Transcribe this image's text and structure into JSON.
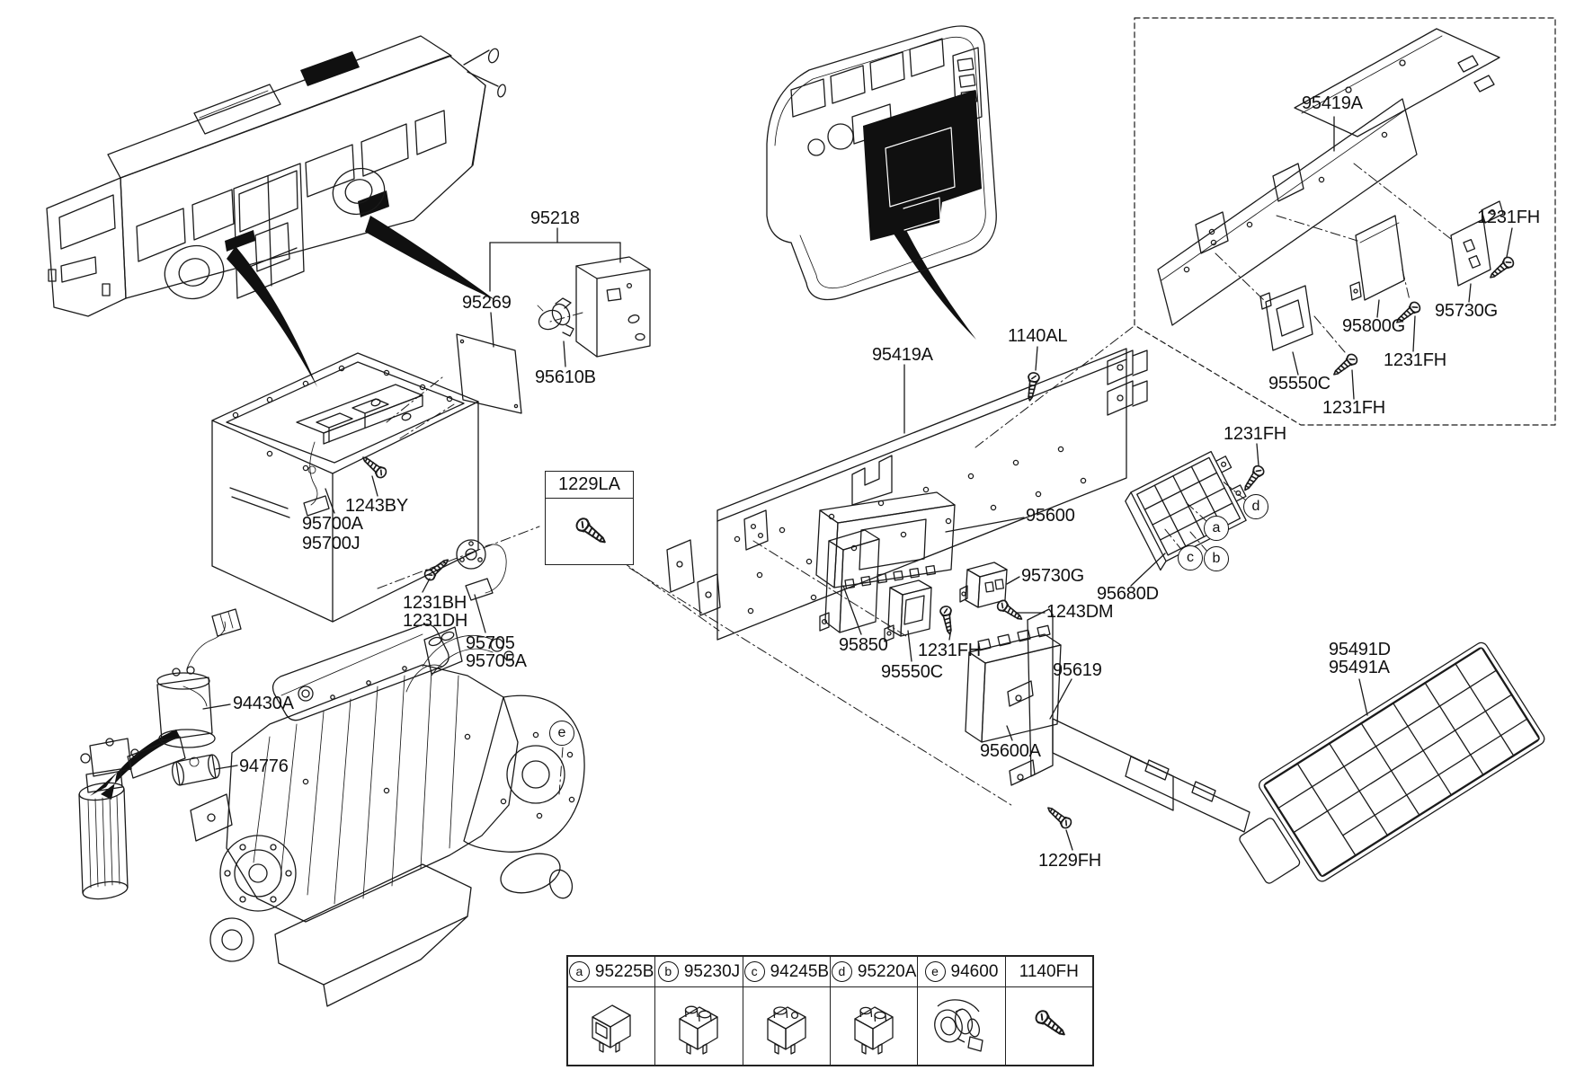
{
  "colors": {
    "ink": "#1a1a1a",
    "paper": "#ffffff"
  },
  "labels": [
    "95218",
    "95269",
    "95610B",
    "1243BY",
    "95700A",
    "95700J",
    "1231BH",
    "1231DH",
    "95705",
    "95705A",
    "94430A",
    "94776",
    "95419A",
    "1140AL",
    "95600",
    "95730G",
    "1243DM",
    "95850",
    "1231FH",
    "95550C",
    "95619",
    "95600A",
    "95680D",
    "1231FH",
    "1229FH",
    "95419A",
    "1231FH",
    "95730G",
    "95800G",
    "1231FH",
    "95550C",
    "1231FH",
    "95491D",
    "95491A"
  ],
  "diagram_markers": [
    "a",
    "b",
    "c",
    "d",
    "e"
  ],
  "inset_box": {
    "code": "1229LA"
  },
  "legend": {
    "items": [
      {
        "marker": "a",
        "code": "95225B",
        "icon": "relay-front"
      },
      {
        "marker": "b",
        "code": "95230J",
        "icon": "relay-3d"
      },
      {
        "marker": "c",
        "code": "94245B",
        "icon": "relay-3d"
      },
      {
        "marker": "d",
        "code": "95220A",
        "icon": "relay-3d"
      },
      {
        "marker": "e",
        "code": "94600",
        "icon": "horn"
      },
      {
        "marker": "",
        "code": "1140FH",
        "icon": "screw"
      }
    ]
  }
}
